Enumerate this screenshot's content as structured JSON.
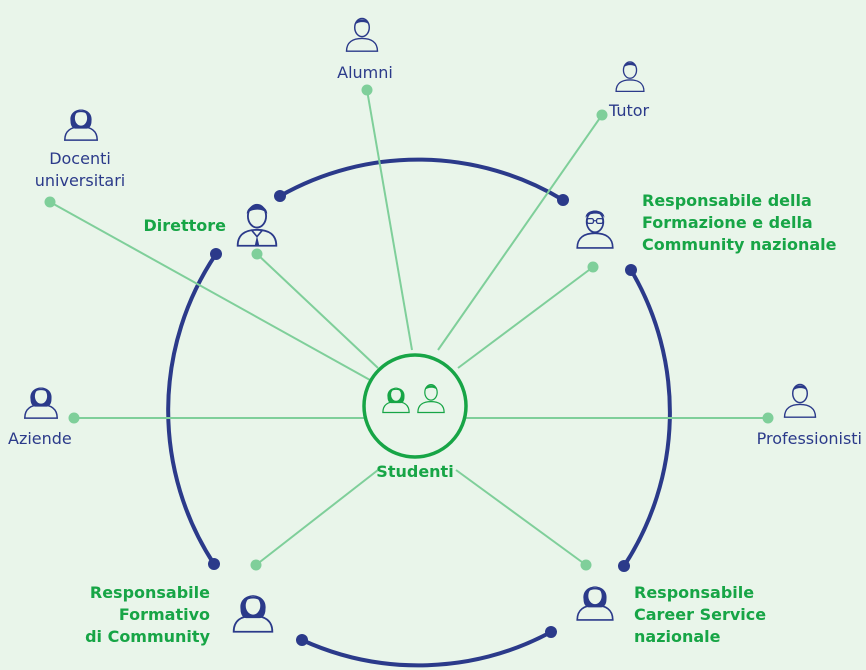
{
  "center": {
    "label": "Studenti"
  },
  "outer_nodes": {
    "alumni": "Alumni",
    "tutor": "Tutor",
    "docenti": [
      "Docenti",
      "universitari"
    ],
    "aziende": "Aziende",
    "professionisti": "Professionisti"
  },
  "ring_nodes": {
    "direttore": "Direttore",
    "resp_formazione": [
      "Responsabile della",
      "Formazione e della",
      "Community nazionale"
    ],
    "resp_formativo": [
      "Responsabile",
      "Formativo",
      "di Community"
    ],
    "resp_career": [
      "Responsabile",
      "Career Service",
      "nazionale"
    ]
  },
  "colors": {
    "background": "#e9f5ea",
    "ring": "#2b3a8a",
    "spokes": "#7fcf9a",
    "accent_green": "#17a546",
    "person_navy": "#2b3a8a"
  },
  "icons": {
    "person": "person-icon",
    "student_female": "student-female-icon",
    "student_male": "student-male-icon"
  }
}
